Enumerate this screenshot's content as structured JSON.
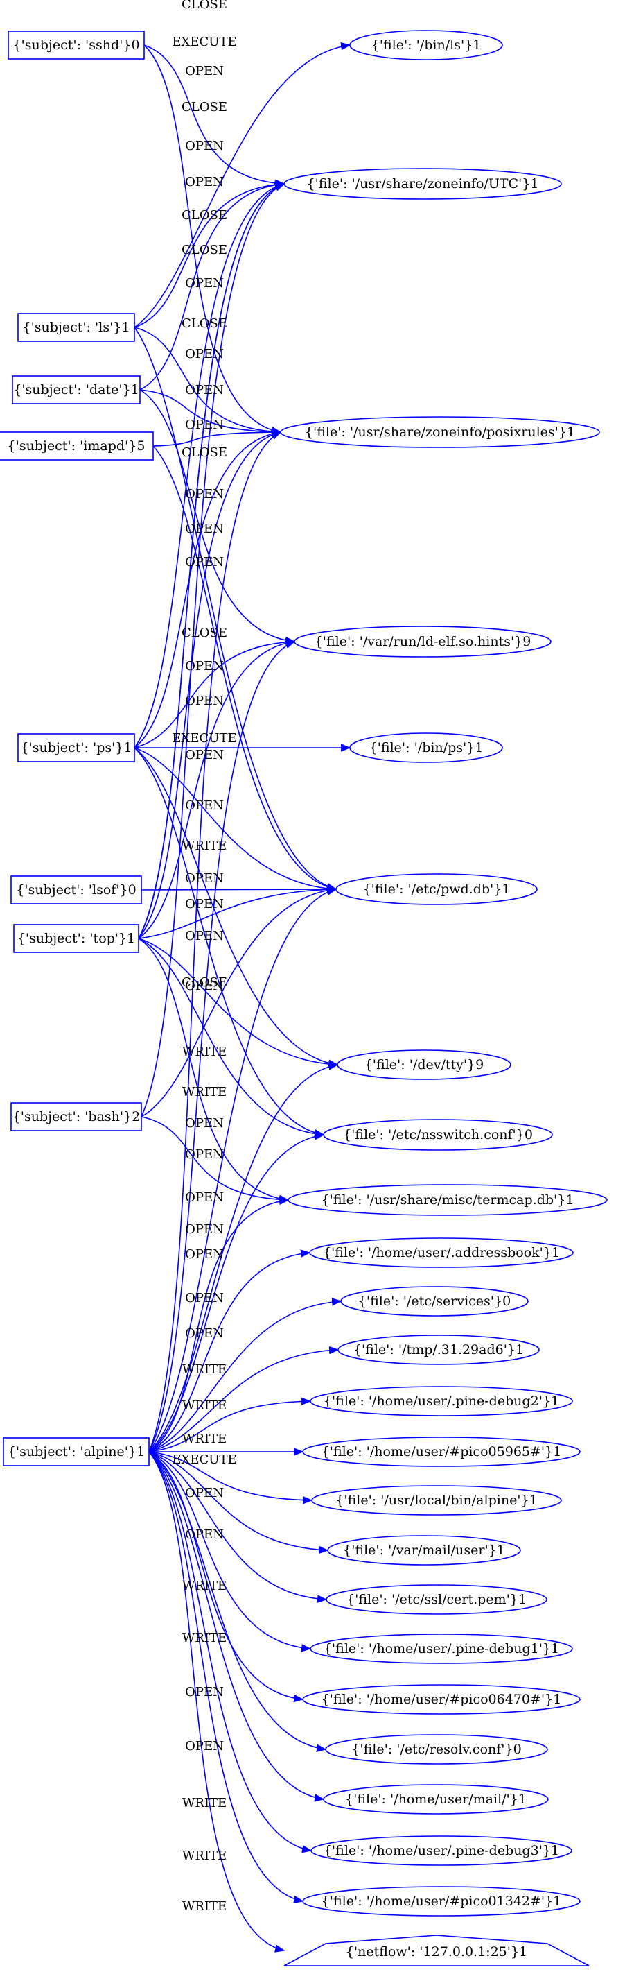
{
  "colors": {
    "edge": "#0000ff",
    "node_stroke": "#0000ff",
    "text": "#000000",
    "background": "#ffffff"
  },
  "nodes": [
    {
      "id": "sshd",
      "kind": "subject",
      "label": "{'subject': 'sshd'}0"
    },
    {
      "id": "ls",
      "kind": "subject",
      "label": "{'subject': 'ls'}1"
    },
    {
      "id": "date",
      "kind": "subject",
      "label": "{'subject': 'date'}1"
    },
    {
      "id": "imapd",
      "kind": "subject",
      "label": "{'subject': 'imapd'}5"
    },
    {
      "id": "ps",
      "kind": "subject",
      "label": "{'subject': 'ps'}1"
    },
    {
      "id": "lsof",
      "kind": "subject",
      "label": "{'subject': 'lsof'}0"
    },
    {
      "id": "top",
      "kind": "subject",
      "label": "{'subject': 'top'}1"
    },
    {
      "id": "bash",
      "kind": "subject",
      "label": "{'subject': 'bash'}2"
    },
    {
      "id": "alpine",
      "kind": "subject",
      "label": "{'subject': 'alpine'}1"
    },
    {
      "id": "binls",
      "kind": "file",
      "label": "{'file': '/bin/ls'}1"
    },
    {
      "id": "utc",
      "kind": "file",
      "label": "{'file': '/usr/share/zoneinfo/UTC'}1"
    },
    {
      "id": "posix",
      "kind": "file",
      "label": "{'file': '/usr/share/zoneinfo/posixrules'}1"
    },
    {
      "id": "hints",
      "kind": "file",
      "label": "{'file': '/var/run/ld-elf.so.hints'}9"
    },
    {
      "id": "binps",
      "kind": "file",
      "label": "{'file': '/bin/ps'}1"
    },
    {
      "id": "pwd",
      "kind": "file",
      "label": "{'file': '/etc/pwd.db'}1"
    },
    {
      "id": "tty",
      "kind": "file",
      "label": "{'file': '/dev/tty'}9"
    },
    {
      "id": "nss",
      "kind": "file",
      "label": "{'file': '/etc/nsswitch.conf'}0"
    },
    {
      "id": "termcap",
      "kind": "file",
      "label": "{'file': '/usr/share/misc/termcap.db'}1"
    },
    {
      "id": "addr",
      "kind": "file",
      "label": "{'file': '/home/user/.addressbook'}1"
    },
    {
      "id": "services",
      "kind": "file",
      "label": "{'file': '/etc/services'}0"
    },
    {
      "id": "tmp",
      "kind": "file",
      "label": "{'file': '/tmp/.31.29ad6'}1"
    },
    {
      "id": "dbg2",
      "kind": "file",
      "label": "{'file': '/home/user/.pine-debug2'}1"
    },
    {
      "id": "pico05965",
      "kind": "file",
      "label": "{'file': '/home/user/#pico05965#'}1"
    },
    {
      "id": "alpinebin",
      "kind": "file",
      "label": "{'file': '/usr/local/bin/alpine'}1"
    },
    {
      "id": "mail",
      "kind": "file",
      "label": "{'file': '/var/mail/user'}1"
    },
    {
      "id": "cert",
      "kind": "file",
      "label": "{'file': '/etc/ssl/cert.pem'}1"
    },
    {
      "id": "dbg1",
      "kind": "file",
      "label": "{'file': '/home/user/.pine-debug1'}1"
    },
    {
      "id": "pico06470",
      "kind": "file",
      "label": "{'file': '/home/user/#pico06470#'}1"
    },
    {
      "id": "resolv",
      "kind": "file",
      "label": "{'file': '/etc/resolv.conf'}0"
    },
    {
      "id": "maildir",
      "kind": "file",
      "label": "{'file': '/home/user/mail/'}1"
    },
    {
      "id": "dbg3",
      "kind": "file",
      "label": "{'file': '/home/user/.pine-debug3'}1"
    },
    {
      "id": "pico01342",
      "kind": "file",
      "label": "{'file': '/home/user/#pico01342#'}1"
    },
    {
      "id": "netflow",
      "kind": "netflow",
      "label": "{'netflow': '127.0.0.1:25'}1"
    }
  ],
  "edges": [
    {
      "from": "sshd",
      "to": "utc",
      "label": "CLOSE"
    },
    {
      "from": "ls",
      "to": "binls",
      "label": "EXECUTE"
    },
    {
      "from": "sshd",
      "to": "posix",
      "label": "OPEN"
    },
    {
      "from": "ls",
      "to": "utc",
      "label": "CLOSE"
    },
    {
      "from": "ps",
      "to": "utc",
      "label": "OPEN"
    },
    {
      "from": "top",
      "to": "utc",
      "label": "OPEN"
    },
    {
      "from": "date",
      "to": "utc",
      "label": "CLOSE"
    },
    {
      "from": "top",
      "to": "utc",
      "label": "CLOSE"
    },
    {
      "from": "bash",
      "to": "utc",
      "label": "OPEN"
    },
    {
      "from": "ls",
      "to": "posix",
      "label": "CLOSE"
    },
    {
      "from": "ls",
      "to": "pwd",
      "label": "OPEN"
    },
    {
      "from": "date",
      "to": "posix",
      "label": "OPEN"
    },
    {
      "from": "imapd",
      "to": "posix",
      "label": "OPEN"
    },
    {
      "from": "ps",
      "to": "posix",
      "label": "CLOSE"
    },
    {
      "from": "top",
      "to": "posix",
      "label": "OPEN"
    },
    {
      "from": "alpine",
      "to": "posix",
      "label": "OPEN"
    },
    {
      "from": "date",
      "to": "hints",
      "label": "OPEN"
    },
    {
      "from": "ps",
      "to": "hints",
      "label": "CLOSE"
    },
    {
      "from": "top",
      "to": "hints",
      "label": "OPEN"
    },
    {
      "from": "alpine",
      "to": "hints",
      "label": "OPEN"
    },
    {
      "from": "ps",
      "to": "binps",
      "label": "EXECUTE"
    },
    {
      "from": "imapd",
      "to": "pwd",
      "label": "OPEN"
    },
    {
      "from": "ps",
      "to": "pwd",
      "label": "OPEN"
    },
    {
      "from": "ps",
      "to": "tty",
      "label": "WRITE"
    },
    {
      "from": "lsof",
      "to": "pwd",
      "label": "OPEN"
    },
    {
      "from": "top",
      "to": "pwd",
      "label": "OPEN"
    },
    {
      "from": "bash",
      "to": "pwd",
      "label": "OPEN"
    },
    {
      "from": "alpine",
      "to": "pwd",
      "label": "OPEN"
    },
    {
      "from": "ps",
      "to": "nss",
      "label": "CLOSE"
    },
    {
      "from": "top",
      "to": "tty",
      "label": "WRITE"
    },
    {
      "from": "alpine",
      "to": "tty",
      "label": "WRITE"
    },
    {
      "from": "top",
      "to": "nss",
      "label": "OPEN"
    },
    {
      "from": "top",
      "to": "termcap",
      "label": "OPEN"
    },
    {
      "from": "alpine",
      "to": "nss",
      "label": "OPEN"
    },
    {
      "from": "bash",
      "to": "termcap",
      "label": "OPEN"
    },
    {
      "from": "alpine",
      "to": "termcap",
      "label": "OPEN"
    },
    {
      "from": "alpine",
      "to": "addr",
      "label": "OPEN"
    },
    {
      "from": "alpine",
      "to": "services",
      "label": "OPEN"
    },
    {
      "from": "alpine",
      "to": "tmp",
      "label": "WRITE"
    },
    {
      "from": "alpine",
      "to": "dbg2",
      "label": "WRITE"
    },
    {
      "from": "alpine",
      "to": "pico05965",
      "label": "WRITE"
    },
    {
      "from": "alpine",
      "to": "alpinebin",
      "label": "EXECUTE"
    },
    {
      "from": "alpine",
      "to": "mail",
      "label": "OPEN"
    },
    {
      "from": "alpine",
      "to": "cert",
      "label": "OPEN"
    },
    {
      "from": "alpine",
      "to": "dbg1",
      "label": "WRITE"
    },
    {
      "from": "alpine",
      "to": "pico06470",
      "label": "WRITE"
    },
    {
      "from": "alpine",
      "to": "resolv",
      "label": "OPEN"
    },
    {
      "from": "alpine",
      "to": "maildir",
      "label": "OPEN"
    },
    {
      "from": "alpine",
      "to": "dbg3",
      "label": "WRITE"
    },
    {
      "from": "alpine",
      "to": "pico01342",
      "label": "WRITE"
    },
    {
      "from": "alpine",
      "to": "netflow",
      "label": "WRITE"
    }
  ]
}
